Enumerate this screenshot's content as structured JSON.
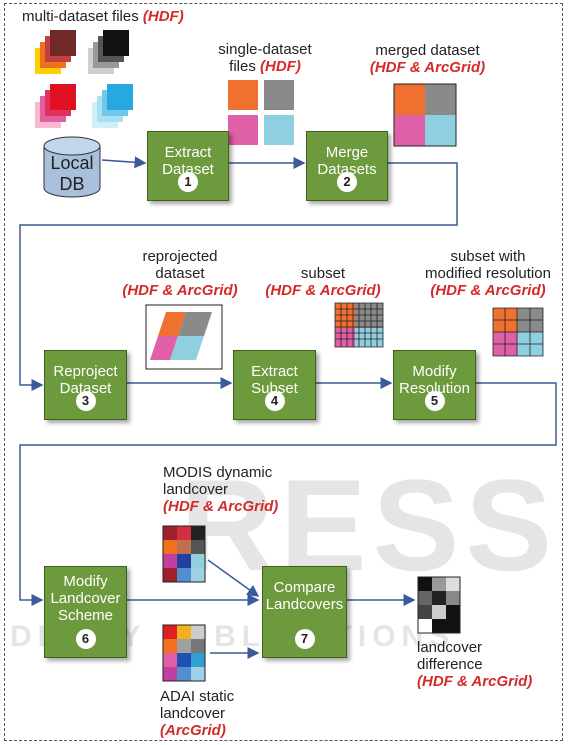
{
  "labels": {
    "multi_files": "multi-dataset files",
    "multi_files_fmt": "(HDF)",
    "single_files": "single-dataset",
    "single_files2": "files",
    "single_files_fmt": "(HDF)",
    "merged": "merged dataset",
    "merged_fmt": "(HDF & ArcGrid)",
    "local_db_1": "Local",
    "local_db_2": "DB",
    "reprojected_1": "reprojected",
    "reprojected_2": "dataset",
    "reprojected_fmt": "(HDF & ArcGrid)",
    "subset": "subset",
    "subset_fmt": "(HDF & ArcGrid)",
    "subset_res_1": "subset with",
    "subset_res_2": "modified resolution",
    "subset_res_fmt": "(HDF & ArcGrid)",
    "modis_1": "MODIS dynamic",
    "modis_2": "landcover",
    "modis_fmt": "(HDF & ArcGrid)",
    "adai_1": "ADAI static",
    "adai_2": "landcover",
    "adai_fmt": "(ArcGrid)",
    "diff_1": "landcover",
    "diff_2": "difference",
    "diff_fmt": "(HDF & ArcGrid)"
  },
  "steps": [
    {
      "line1": "Extract",
      "line2": "Dataset",
      "num": "1"
    },
    {
      "line1": "Merge",
      "line2": "Datasets",
      "num": "2"
    },
    {
      "line1": "Reproject",
      "line2": "Dataset",
      "num": "3"
    },
    {
      "line1": "Extract",
      "line2": "Subset",
      "num": "4"
    },
    {
      "line1": "Modify",
      "line2": "Resolution",
      "num": "5"
    },
    {
      "line1": "Modify",
      "line2": "Landcover",
      "line3": "Scheme",
      "num": "6"
    },
    {
      "line1": "Compare",
      "line2": "Landcovers",
      "num": "7"
    }
  ],
  "watermark": {
    "big": "RESS",
    "bottom": "DLOGY PUBLICATIONS"
  },
  "colors": {
    "box": "#6d9a3c",
    "arrow": "#3a5a9a",
    "orange": "#f07030",
    "gray": "#8a8a8a",
    "pink": "#e060a8",
    "cyan": "#8fd0e0",
    "db": "#a8c0dc"
  }
}
